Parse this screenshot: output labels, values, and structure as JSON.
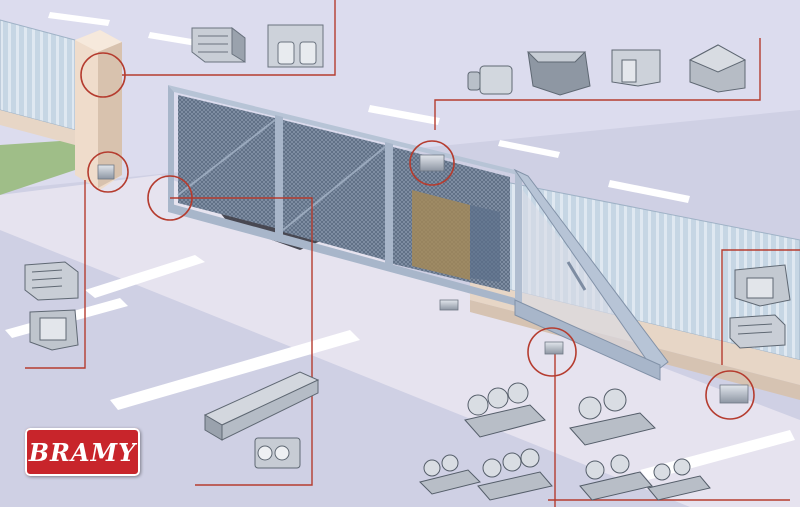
{
  "brand": {
    "logo_text": "BRAMY",
    "color": "#c8252b"
  },
  "colors": {
    "background": "#dcdcee",
    "road": "#cfd0e4",
    "road_marking": "#ffffff",
    "grass": "#9fbe88",
    "wall": "#e7d6c6",
    "fence": "#c3d4e3",
    "gate_frame": "#9fb0c8",
    "mesh": "#6d7f96",
    "callout": "#b53c2f",
    "metal": "#b6bcc5"
  },
  "callouts": [
    {
      "id": "post-bracket",
      "icon": "bracket-icon"
    },
    {
      "id": "catch-guide",
      "icon": "guide-icon"
    },
    {
      "id": "track-rail",
      "icon": "rail-icon"
    },
    {
      "id": "top-guide-rollers",
      "icon": "roller-guide-icon"
    },
    {
      "id": "carriage-wheels",
      "icon": "carriage-icon"
    },
    {
      "id": "end-catchers",
      "icon": "catcher-icon"
    },
    {
      "id": "bottom-catcher",
      "icon": "catcher-icon"
    }
  ]
}
